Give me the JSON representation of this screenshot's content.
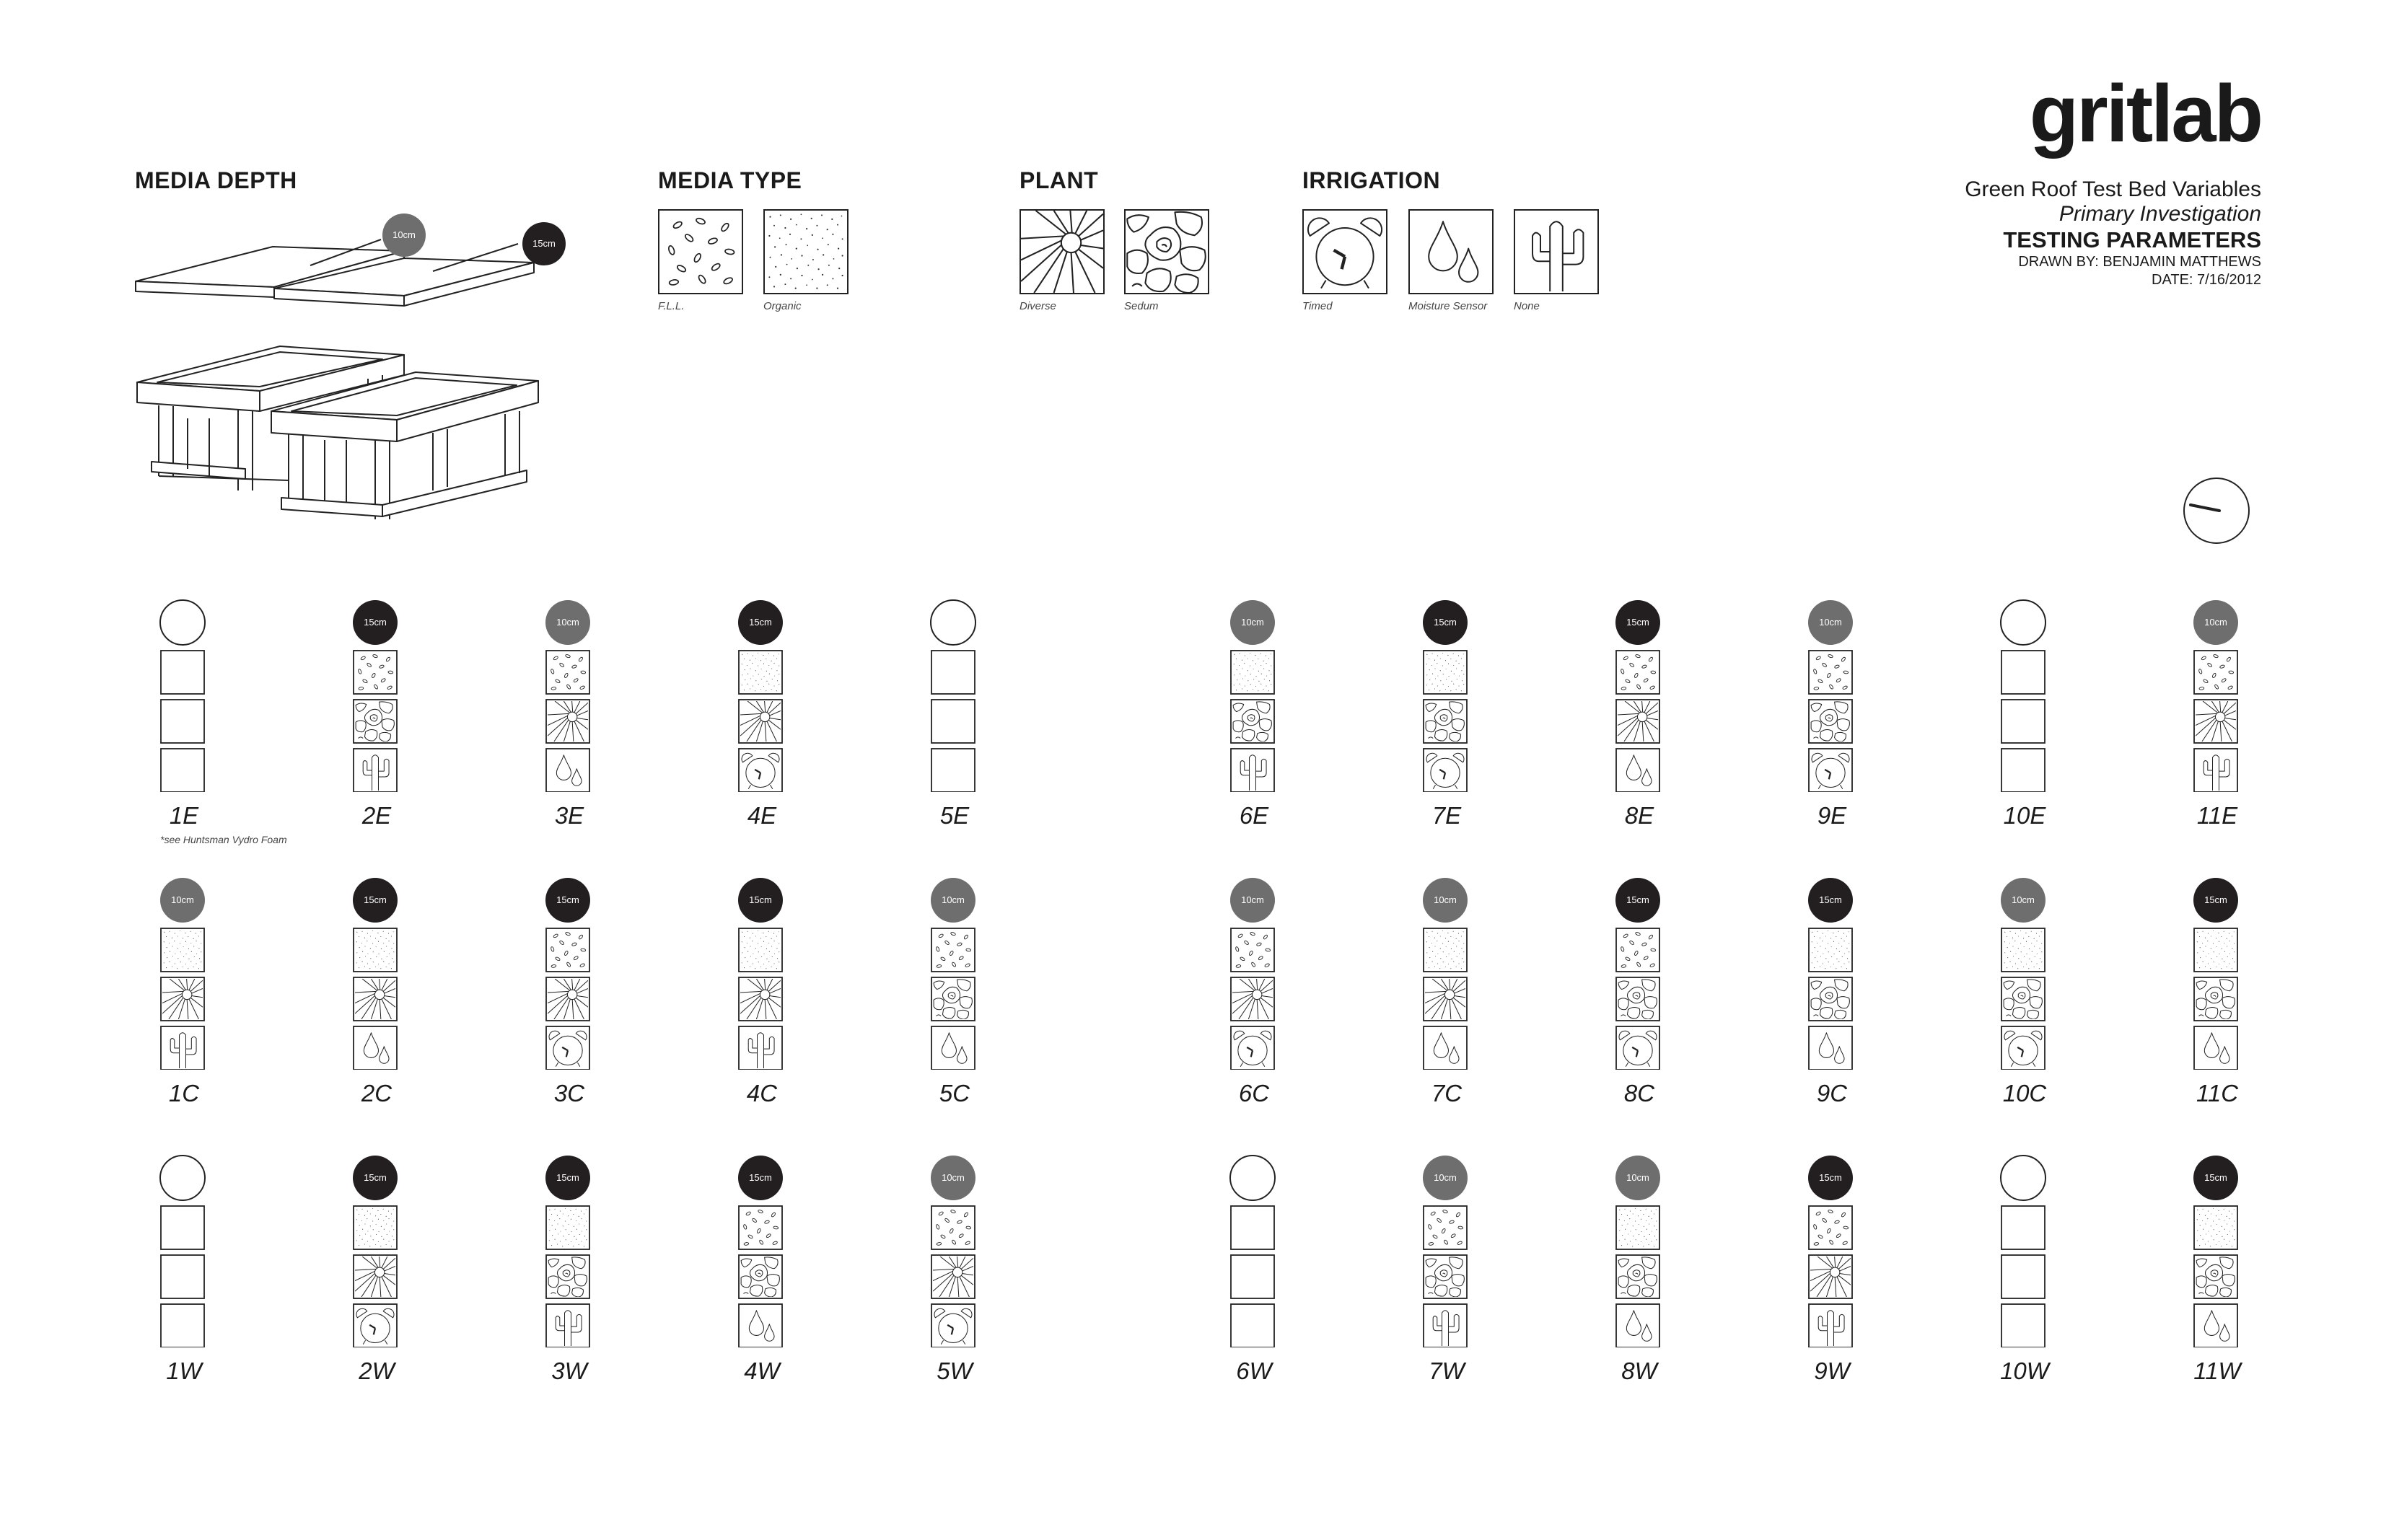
{
  "brand": "gritlab",
  "header": {
    "line1": "Green Roof Test Bed Variables",
    "line2": "Primary Investigation",
    "line3": "TESTING PARAMETERS",
    "line4": "DRAWN BY: BENJAMIN MATTHEWS",
    "line5": "DATE: 7/16/2012"
  },
  "legend": {
    "media_depth": {
      "title": "MEDIA DEPTH",
      "badges": [
        "10cm",
        "15cm"
      ]
    },
    "media_type": {
      "title": "MEDIA TYPE",
      "options": [
        {
          "key": "fll",
          "label": "F.L.L."
        },
        {
          "key": "organic",
          "label": "Organic"
        }
      ]
    },
    "plant": {
      "title": "PLANT",
      "options": [
        {
          "key": "diverse",
          "label": "Diverse"
        },
        {
          "key": "sedum",
          "label": "Sedum"
        }
      ]
    },
    "irrigation": {
      "title": "IRRIGATION",
      "options": [
        {
          "key": "timed",
          "label": "Timed"
        },
        {
          "key": "moisture",
          "label": "Moisture Sensor"
        },
        {
          "key": "none",
          "label": "None"
        }
      ]
    }
  },
  "colors": {
    "depth_10cm": "#6e6e6e",
    "depth_15cm": "#231f20",
    "line": "#222222"
  },
  "beds": [
    {
      "id": "1E",
      "depth": "none",
      "media": "none",
      "plant": "none",
      "irrigation": "none",
      "note": "*see Huntsman Vydro Foam"
    },
    {
      "id": "2E",
      "depth": "15cm",
      "media": "fll",
      "plant": "sedum",
      "irrigation": "none"
    },
    {
      "id": "3E",
      "depth": "10cm",
      "media": "fll",
      "plant": "diverse",
      "irrigation": "moisture"
    },
    {
      "id": "4E",
      "depth": "15cm",
      "media": "organic",
      "plant": "diverse",
      "irrigation": "timed"
    },
    {
      "id": "5E",
      "depth": "none",
      "media": "none",
      "plant": "none",
      "irrigation": "none"
    },
    {
      "id": "6E",
      "depth": "10cm",
      "media": "organic",
      "plant": "sedum",
      "irrigation": "none"
    },
    {
      "id": "7E",
      "depth": "15cm",
      "media": "organic",
      "plant": "sedum",
      "irrigation": "timed"
    },
    {
      "id": "8E",
      "depth": "15cm",
      "media": "fll",
      "plant": "diverse",
      "irrigation": "moisture"
    },
    {
      "id": "9E",
      "depth": "10cm",
      "media": "fll",
      "plant": "sedum",
      "irrigation": "timed"
    },
    {
      "id": "10E",
      "depth": "none",
      "media": "none",
      "plant": "none",
      "irrigation": "none"
    },
    {
      "id": "11E",
      "depth": "10cm",
      "media": "fll",
      "plant": "diverse",
      "irrigation": "none"
    },
    {
      "id": "1C",
      "depth": "10cm",
      "media": "organic",
      "plant": "diverse",
      "irrigation": "none"
    },
    {
      "id": "2C",
      "depth": "15cm",
      "media": "organic",
      "plant": "diverse",
      "irrigation": "moisture"
    },
    {
      "id": "3C",
      "depth": "15cm",
      "media": "fll",
      "plant": "diverse",
      "irrigation": "timed"
    },
    {
      "id": "4C",
      "depth": "15cm",
      "media": "organic",
      "plant": "diverse",
      "irrigation": "none"
    },
    {
      "id": "5C",
      "depth": "10cm",
      "media": "fll",
      "plant": "sedum",
      "irrigation": "moisture"
    },
    {
      "id": "6C",
      "depth": "10cm",
      "media": "fll",
      "plant": "diverse",
      "irrigation": "timed"
    },
    {
      "id": "7C",
      "depth": "10cm",
      "media": "organic",
      "plant": "diverse",
      "irrigation": "moisture"
    },
    {
      "id": "8C",
      "depth": "15cm",
      "media": "fll",
      "plant": "sedum",
      "irrigation": "timed"
    },
    {
      "id": "9C",
      "depth": "15cm",
      "media": "organic",
      "plant": "sedum",
      "irrigation": "moisture"
    },
    {
      "id": "10C",
      "depth": "10cm",
      "media": "organic",
      "plant": "sedum",
      "irrigation": "timed"
    },
    {
      "id": "11C",
      "depth": "15cm",
      "media": "organic",
      "plant": "sedum",
      "irrigation": "moisture"
    },
    {
      "id": "1W",
      "depth": "none",
      "media": "none",
      "plant": "none",
      "irrigation": "none"
    },
    {
      "id": "2W",
      "depth": "15cm",
      "media": "organic",
      "plant": "diverse",
      "irrigation": "timed"
    },
    {
      "id": "3W",
      "depth": "15cm",
      "media": "organic",
      "plant": "sedum",
      "irrigation": "none"
    },
    {
      "id": "4W",
      "depth": "15cm",
      "media": "fll",
      "plant": "sedum",
      "irrigation": "moisture"
    },
    {
      "id": "5W",
      "depth": "10cm",
      "media": "fll",
      "plant": "diverse",
      "irrigation": "timed"
    },
    {
      "id": "6W",
      "depth": "none",
      "media": "none",
      "plant": "none",
      "irrigation": "none"
    },
    {
      "id": "7W",
      "depth": "10cm",
      "media": "fll",
      "plant": "sedum",
      "irrigation": "none"
    },
    {
      "id": "8W",
      "depth": "10cm",
      "media": "organic",
      "plant": "sedum",
      "irrigation": "moisture"
    },
    {
      "id": "9W",
      "depth": "15cm",
      "media": "fll",
      "plant": "diverse",
      "irrigation": "none"
    },
    {
      "id": "10W",
      "depth": "none",
      "media": "none",
      "plant": "none",
      "irrigation": "none"
    },
    {
      "id": "11W",
      "depth": "15cm",
      "media": "organic",
      "plant": "sedum",
      "irrigation": "moisture"
    }
  ]
}
